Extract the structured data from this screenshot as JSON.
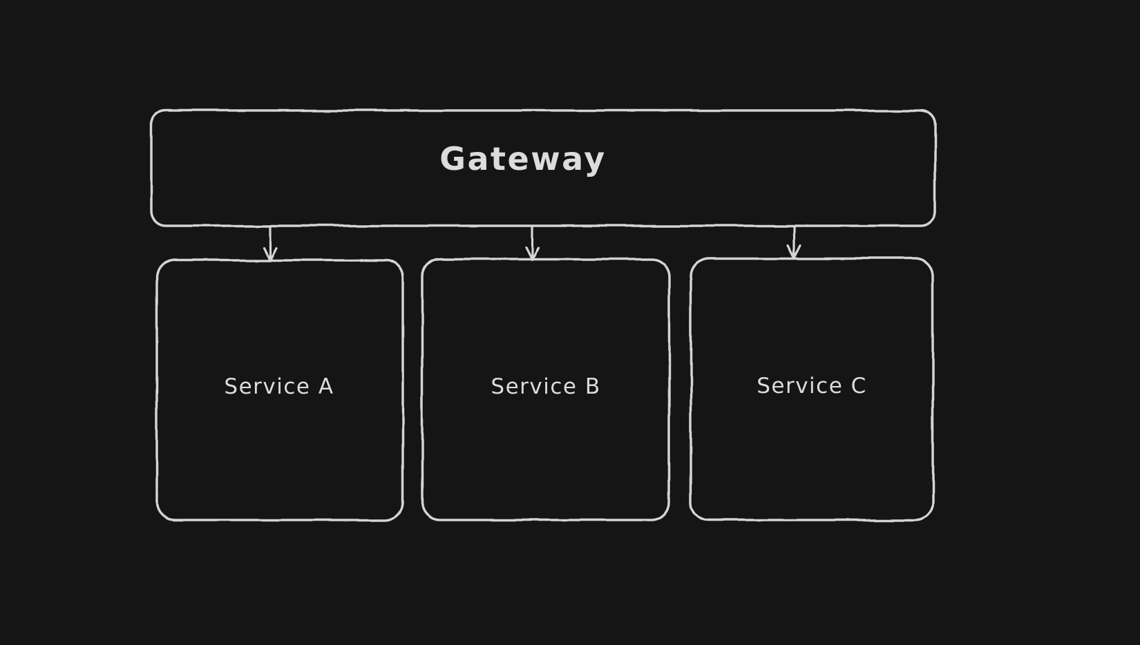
{
  "canvas": {
    "background_color": "#151515",
    "stroke_color": "#d4d4d4",
    "text_color": "#dcdcdc"
  },
  "nodes": [
    {
      "id": "gateway",
      "label": "Gateway"
    },
    {
      "id": "service-a",
      "label": "Service A"
    },
    {
      "id": "service-b",
      "label": "Service B"
    },
    {
      "id": "service-c",
      "label": "Service C"
    }
  ],
  "edges": [
    {
      "from": "gateway",
      "to": "service-a",
      "arrowhead": "arrow"
    },
    {
      "from": "gateway",
      "to": "service-b",
      "arrowhead": "arrow"
    },
    {
      "from": "gateway",
      "to": "service-c",
      "arrowhead": "arrow"
    }
  ]
}
